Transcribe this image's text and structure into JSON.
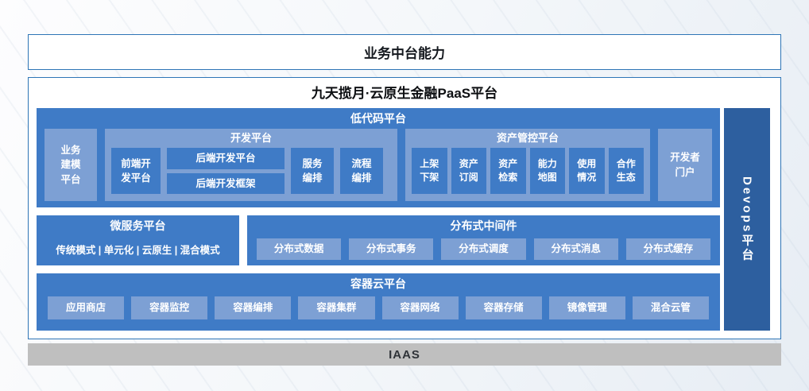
{
  "banner": {
    "label": "业务中台能力"
  },
  "platform": {
    "title": "九天揽月·云原生金融PaaS平台"
  },
  "devops": {
    "label": "Devops平台"
  },
  "iaas": {
    "label": "IAAS"
  },
  "low_code": {
    "title": "低代码平台",
    "business_modeling": "业务建模平台",
    "dev_platform": {
      "title": "开发平台",
      "frontend": "前端开发平台",
      "backend_platform": "后端开发平台",
      "backend_framework": "后端开发框架",
      "service_orchestration": "服务编排",
      "process_orchestration": "流程编排"
    },
    "asset_platform": {
      "title": "资产管控平台",
      "items": [
        "上架下架",
        "资产订阅",
        "资产检索",
        "能力地图",
        "使用情况",
        "合作生态"
      ]
    },
    "developer_portal": "开发者门户"
  },
  "microservice": {
    "title": "微服务平台",
    "modes": "传统模式 | 单元化 | 云原生 | 混合模式"
  },
  "middleware": {
    "title": "分布式中间件",
    "items": [
      "分布式数据",
      "分布式事务",
      "分布式调度",
      "分布式消息",
      "分布式缓存"
    ]
  },
  "container_cloud": {
    "title": "容器云平台",
    "items": [
      "应用商店",
      "容器监控",
      "容器编排",
      "容器集群",
      "容器网络",
      "容器存储",
      "镜像管理",
      "混合云管"
    ]
  },
  "colors": {
    "container_blue": "#3F7BC6",
    "light_blue": "#7DA0D4",
    "devops_blue": "#2D5F9F",
    "outline_blue": "#2E75B6",
    "iaas_gray": "#BFBFBF"
  }
}
